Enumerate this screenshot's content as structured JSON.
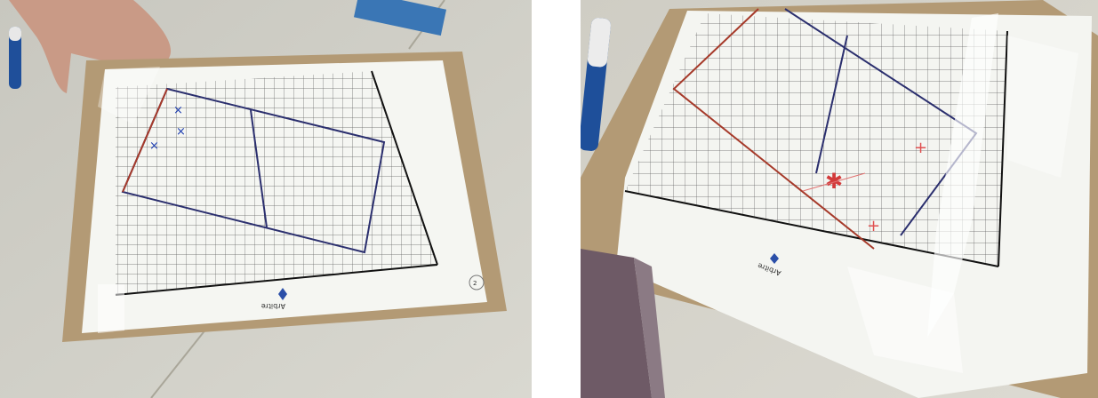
{
  "photos": [
    {
      "id": "left",
      "caption_text": "Arbitre",
      "page_number": "2"
    },
    {
      "id": "right",
      "caption_text": "Arbitre"
    }
  ]
}
